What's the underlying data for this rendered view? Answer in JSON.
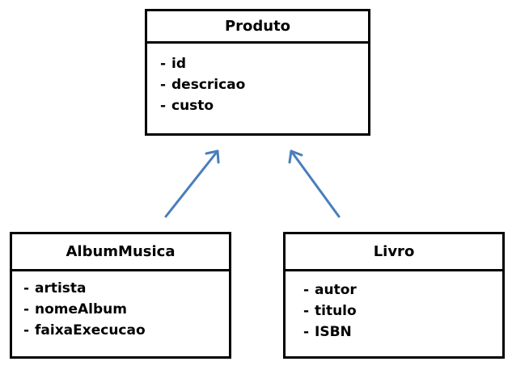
{
  "classes": {
    "produto": {
      "name": "Produto",
      "attributes": [
        "id",
        "descricao",
        "custo"
      ]
    },
    "album": {
      "name": "AlbumMusica",
      "attributes": [
        "artista",
        "nomeAlbum",
        "faixaExecucao"
      ]
    },
    "livro": {
      "name": "Livro",
      "attributes": [
        "autor",
        "titulo",
        "ISBN"
      ]
    }
  },
  "attribute_prefix": "-",
  "arrow_color": "#4a7ebb"
}
